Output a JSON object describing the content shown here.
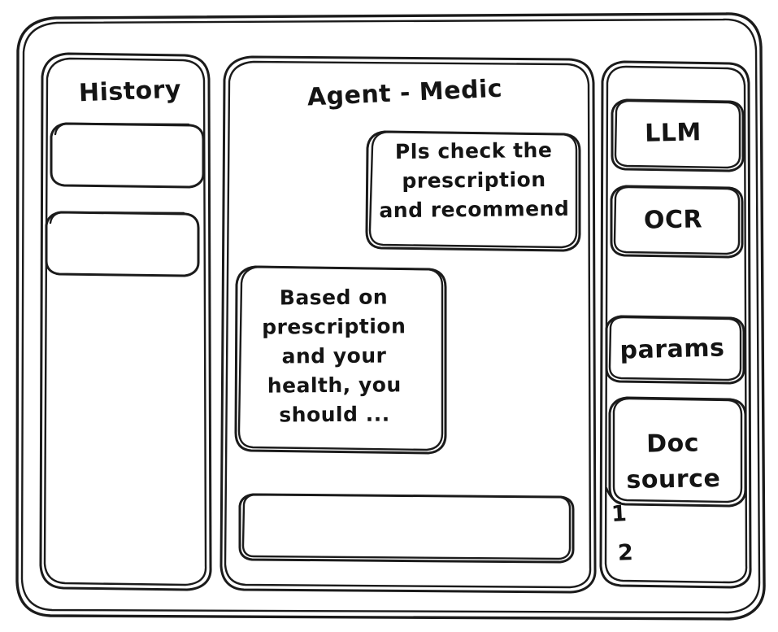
{
  "meta": {
    "style": "hand-drawn wireframe sketch",
    "ink_color": "#1b1b1b",
    "paper_color": "#ffffff"
  },
  "window": {
    "name": "app-window"
  },
  "sidebar_left": {
    "title": "History",
    "items": [
      {
        "label": "",
        "name": "history-item-1"
      },
      {
        "label": "",
        "name": "history-item-2"
      }
    ]
  },
  "main": {
    "title": "Agent - Medic",
    "messages": [
      {
        "role": "user",
        "text": "Pls check the\nprescription\nand recommend"
      },
      {
        "role": "assistant",
        "text": "Based on\nprescription\nand your\nhealth, you\nshould ..."
      }
    ],
    "composer": {
      "value": "",
      "placeholder": ""
    }
  },
  "sidebar_right": {
    "chips": [
      {
        "label": "LLM",
        "name": "chip-llm"
      },
      {
        "label": "OCR",
        "name": "chip-ocr"
      },
      {
        "label": "params",
        "name": "chip-params"
      },
      {
        "label": "Doc\nsource",
        "name": "chip-doc-source"
      }
    ],
    "doc_sources": [
      {
        "label": "1"
      },
      {
        "label": "2"
      }
    ]
  }
}
